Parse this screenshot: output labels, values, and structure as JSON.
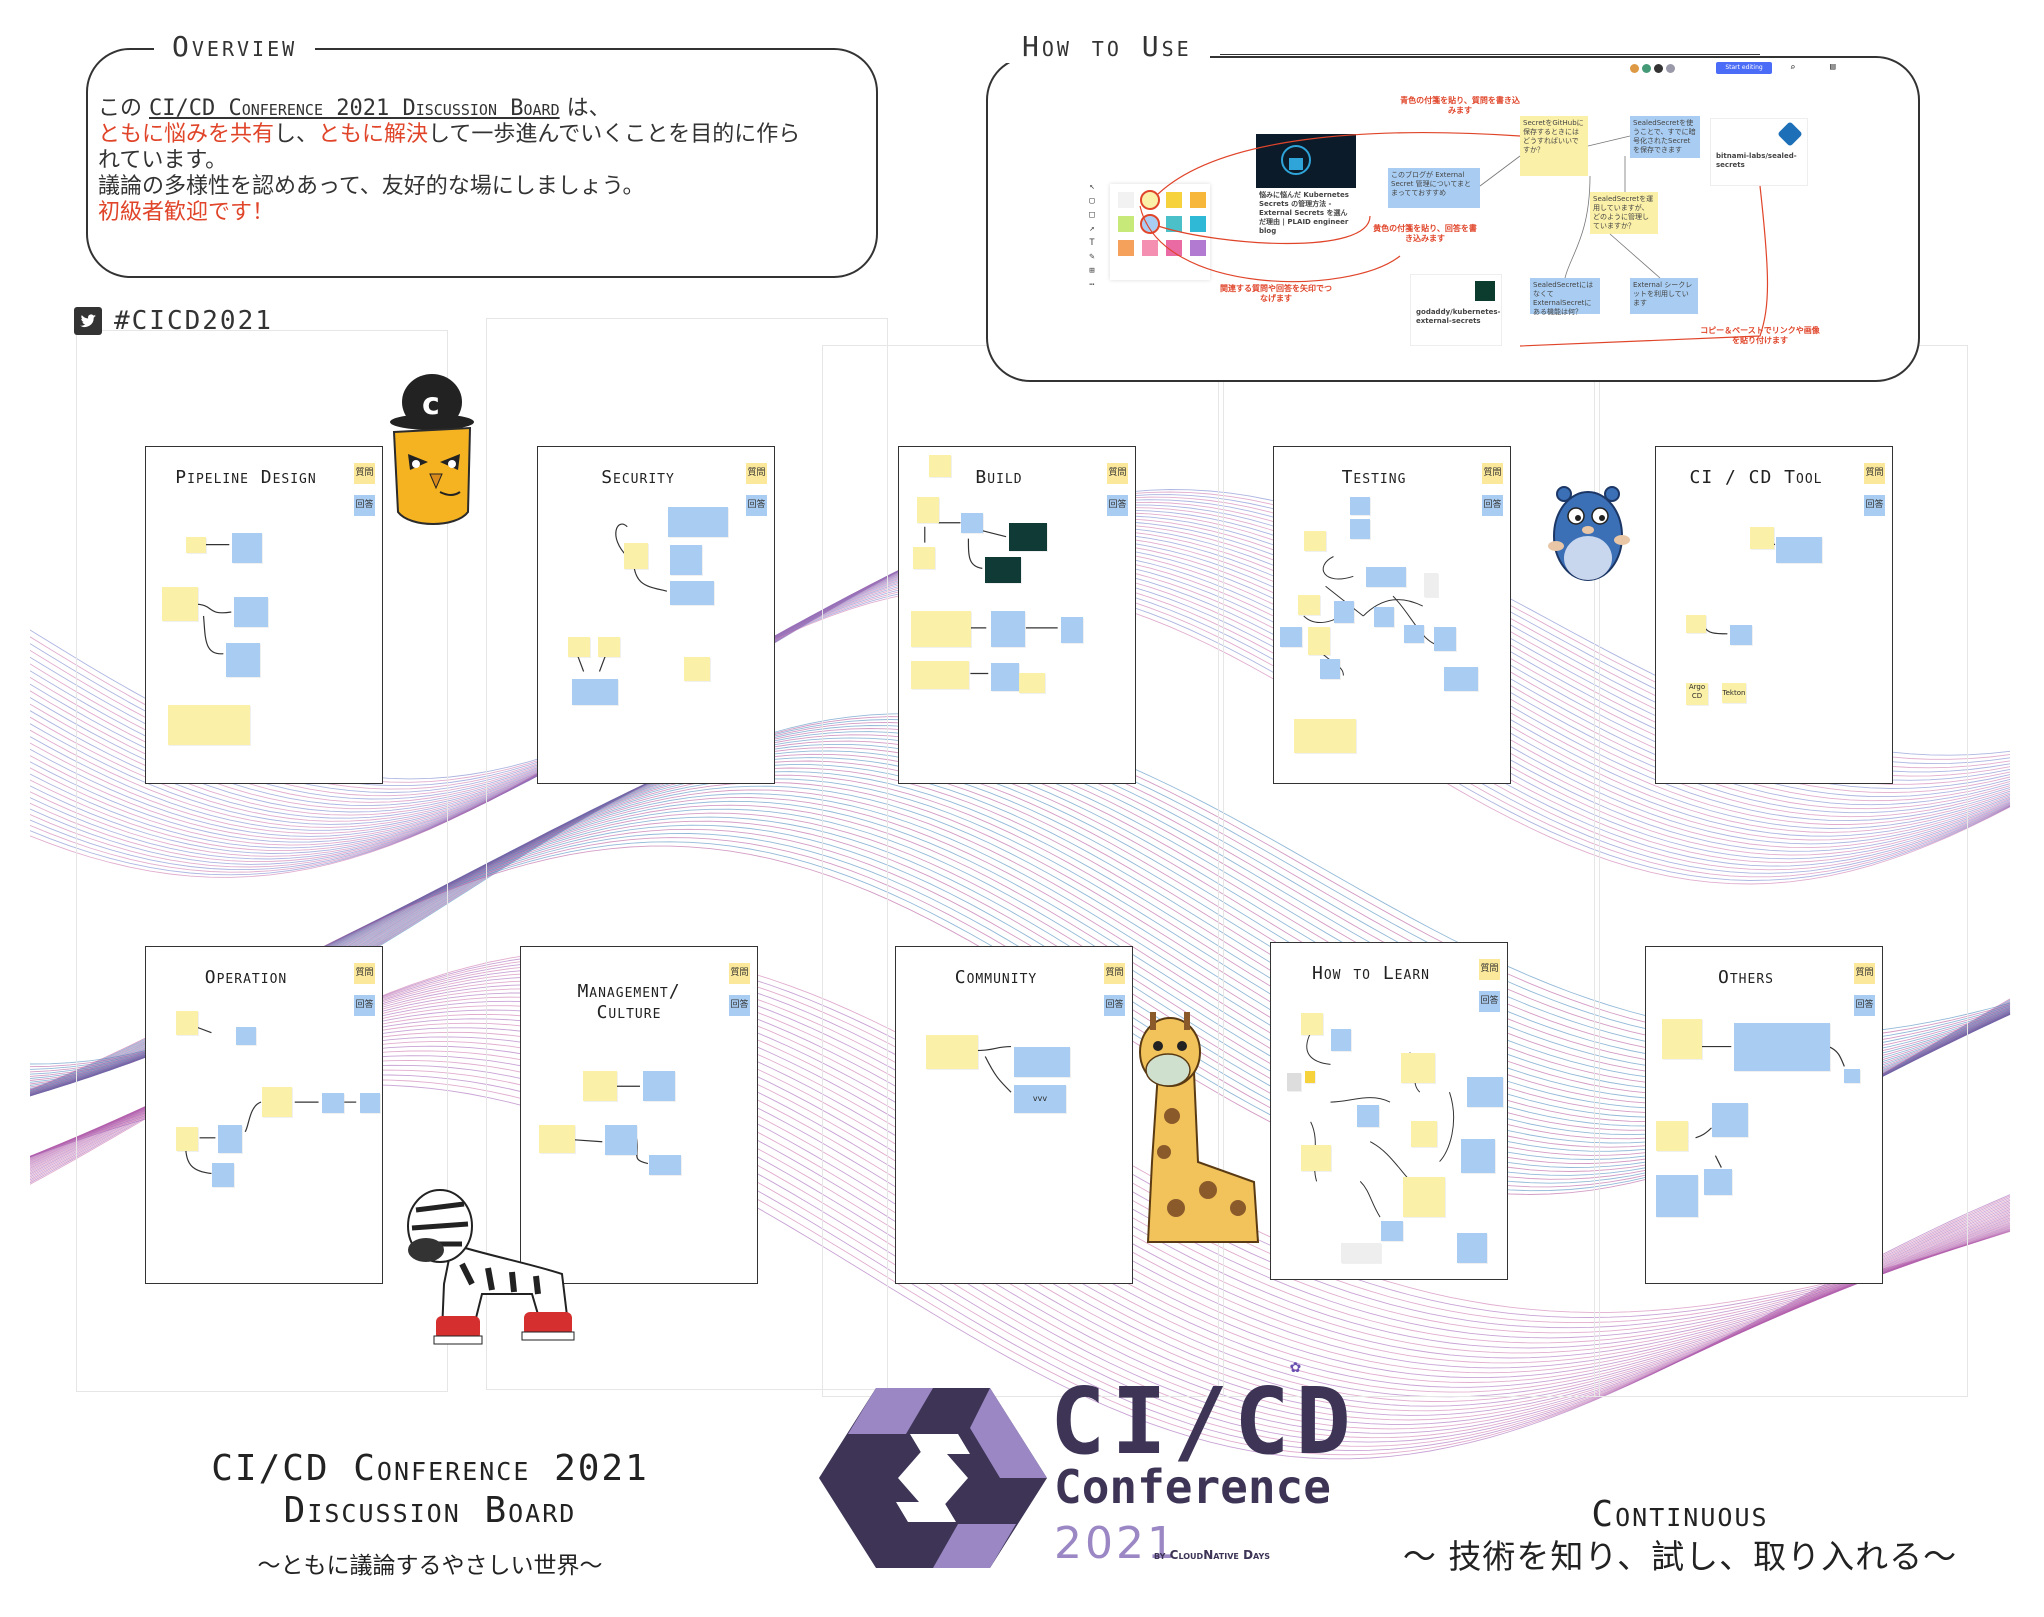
{
  "overview": {
    "heading": "Overview",
    "line1_pre": "この ",
    "line1_event": "CI/CD Conference 2021 Discussion Board",
    "line1_post": " は、",
    "line2_a": "ともに悩みを共有",
    "line2_b": "し、",
    "line2_c": "ともに解決",
    "line2_d": "して一歩進んでいくことを目的に作ら",
    "line3": "れています。",
    "line4": "議論の多様性を認めあって、友好的な場にしましょう。",
    "line5": "初級者歓迎です！"
  },
  "hashtag": "#CICD2021",
  "howto": {
    "heading": "How to Use",
    "toolbar_button": "Start editing",
    "annot_top": "青色の付箋を貼り、質問を書き込みます",
    "annot_mid": "黄色の付箋を貼り、回答を書き込みます",
    "annot_left": "関連する質問や回答を矢印でつなげます",
    "annot_bottom": "コピー＆ペーストでリンクや画像を貼り付けます",
    "blog_card": "悩みに悩んだ Kubernetes Secrets の管理方法 - External Secrets を選んだ理由 | PLAID engineer blog",
    "bitnami_card": "bitnami-labs/sealed-secrets",
    "godaddy_card": "godaddy/kubernetes-external-secrets",
    "note_1": "SecretをGitHubに保存するときにはどうすればいいですか？",
    "note_2": "SealedSecretを使うことで、すでに暗号化されたSecretを保存できます",
    "note_3": "このブログが External Secret 管理についてまとまってておすすめ",
    "note_4": "SealedSecretを運用していますが、どのように管理していますか？",
    "note_5": "SealedSecretにはなくてExternalSecretにある機能は何？",
    "note_6": "External シークレットを利用しています"
  },
  "boards": [
    {
      "title": "Pipeline Design",
      "q": "質問",
      "a": "回答"
    },
    {
      "title": "Security",
      "q": "質問",
      "a": "回答"
    },
    {
      "title": "Build",
      "q": "質問",
      "a": "回答"
    },
    {
      "title": "Testing",
      "q": "質問",
      "a": "回答"
    },
    {
      "title": "CI / CD Tool",
      "q": "質問",
      "a": "回答",
      "note_argo": "Argo CD",
      "note_tekton": "Tekton"
    },
    {
      "title": "Operation",
      "q": "質問",
      "a": "回答"
    },
    {
      "title": "Management/ Culture",
      "q": "質問",
      "a": "回答"
    },
    {
      "title": "Community",
      "q": "質問",
      "a": "回答",
      "note_vvv": "vvv"
    },
    {
      "title": "How to Learn",
      "q": "質問",
      "a": "回答"
    },
    {
      "title": "Others",
      "q": "質問",
      "a": "回答"
    }
  ],
  "logo": {
    "line1": "CI/CD",
    "line2": "Conference",
    "year": "2021",
    "by": "by CloudNative Days"
  },
  "footer_left": {
    "line1": "CI/CD Conference 2021",
    "line2": "Discussion Board",
    "tagline": "～ともに議論するやさしい世界～"
  },
  "footer_right": {
    "line1": "Continuous",
    "line2": "～ 技術を知り、試し、取り入れる～"
  },
  "colors": {
    "accent_red": "#e0452a",
    "sticky_yellow": "#fbf0a8",
    "sticky_blue": "#a9cdf2",
    "logo_dark": "#3d3456",
    "logo_light": "#9a87c4"
  },
  "mascots": [
    "owl-mascot",
    "gopher-mascot",
    "zebra-mascot",
    "giraffe-mascot"
  ]
}
